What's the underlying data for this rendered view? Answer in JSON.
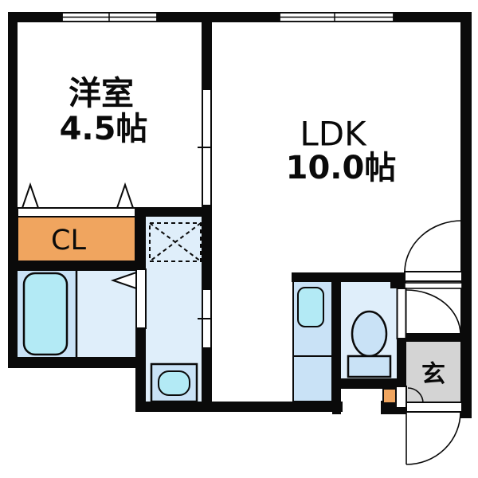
{
  "floor_plan": {
    "rooms": {
      "western_room": {
        "label": "洋室",
        "size": "4.5帖"
      },
      "ldk": {
        "label": "LDK",
        "size": "10.0帖"
      },
      "closet": {
        "label": "CL"
      },
      "entrance": {
        "label": "玄"
      }
    },
    "fixtures": [
      "bathtub",
      "bathroom-door",
      "washing-machine-space",
      "washbasin",
      "kitchen-sink",
      "toilet",
      "sliding-door",
      "window",
      "meter-box",
      "entrance-door-swing",
      "ldk-door-swing",
      "toilet-door-swing"
    ],
    "colors": {
      "wall": "#0a0a0a",
      "floor_light_blue": "#DFEEFA",
      "fixture_blue": "#C9E2F6",
      "water_cyan": "#B3EAF5",
      "closet_orange": "#F0A55F",
      "entrance_gray": "#D4D4D4",
      "door_white": "#FFFFFF"
    }
  }
}
